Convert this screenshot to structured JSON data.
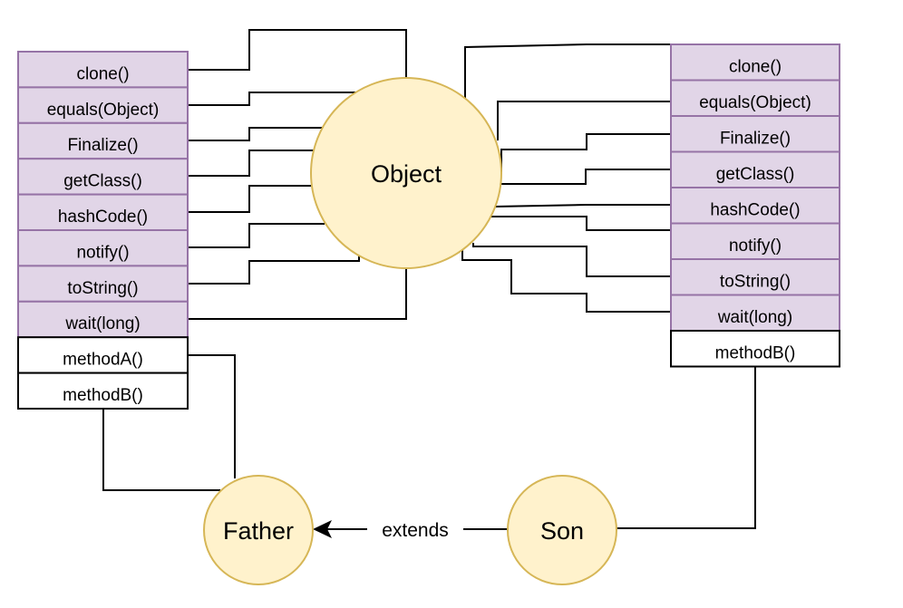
{
  "center_node": {
    "label": "Object"
  },
  "father": {
    "label": "Father",
    "inherited_methods": [
      "clone()",
      "equals(Object)",
      "Finalize()",
      "getClass()",
      "hashCode()",
      "notify()",
      "toString()",
      "wait(long)"
    ],
    "own_methods": [
      "methodA()",
      "methodB()"
    ]
  },
  "son": {
    "label": "Son",
    "inherited_methods": [
      "clone()",
      "equals(Object)",
      "Finalize()",
      "getClass()",
      "hashCode()",
      "notify()",
      "toString()",
      "wait(long)"
    ],
    "own_methods": [
      "methodB()"
    ]
  },
  "relation": {
    "label": "extends"
  },
  "colors": {
    "inherited_fill": "#e1d5e7",
    "inherited_stroke": "#9673a6",
    "circle_fill": "#fff2cc",
    "circle_stroke": "#d6b656",
    "line": "#000000"
  }
}
